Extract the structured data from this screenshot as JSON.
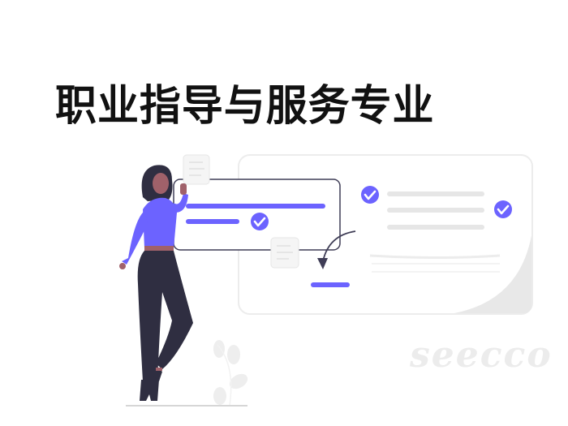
{
  "page": {
    "title": "职业指导与服务专业",
    "watermark": "seecco"
  },
  "illustration": {
    "description": "Woman standing next to checklist cards with check marks",
    "colors": {
      "accent": "#6c63ff",
      "dark": "#2f2e41",
      "skin": "#a0616a",
      "card_border": "#3f3d56",
      "light_gray": "#e6e6e6",
      "bg_card": "#f2f2f2"
    },
    "front_card": {
      "check_count": 1,
      "bars": 2
    },
    "back_card": {
      "check_count": 2,
      "gray_lines": 3
    },
    "arrow": "curved-arrow-down"
  }
}
